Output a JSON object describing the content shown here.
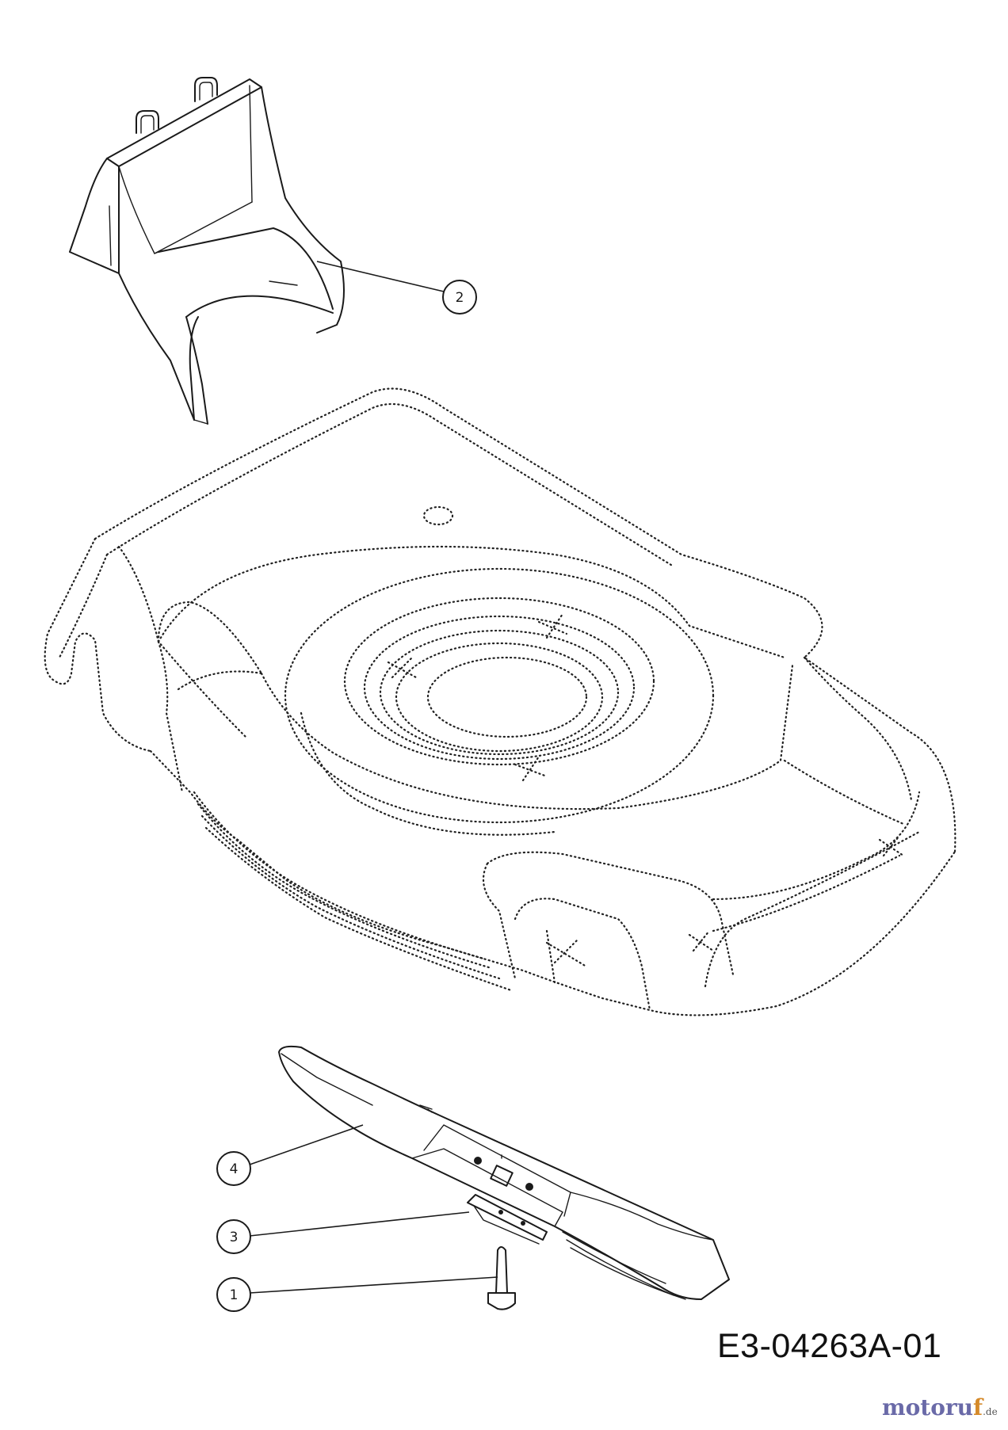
{
  "drawing": {
    "code": "E3-04263A-01"
  },
  "callouts": [
    {
      "label": "2",
      "part": "grass-chute-deflector"
    },
    {
      "label": "4",
      "part": "mower-blade"
    },
    {
      "label": "3",
      "part": "blade-adapter"
    },
    {
      "label": "1",
      "part": "blade-bolt"
    }
  ],
  "watermark": {
    "main": "motoru",
    "accent": "f",
    "tld": ".de"
  },
  "colors": {
    "line": "#1a1a1a",
    "background": "#ffffff",
    "watermark_main": "#6a6aa8",
    "watermark_accent": "#d58a2a"
  }
}
